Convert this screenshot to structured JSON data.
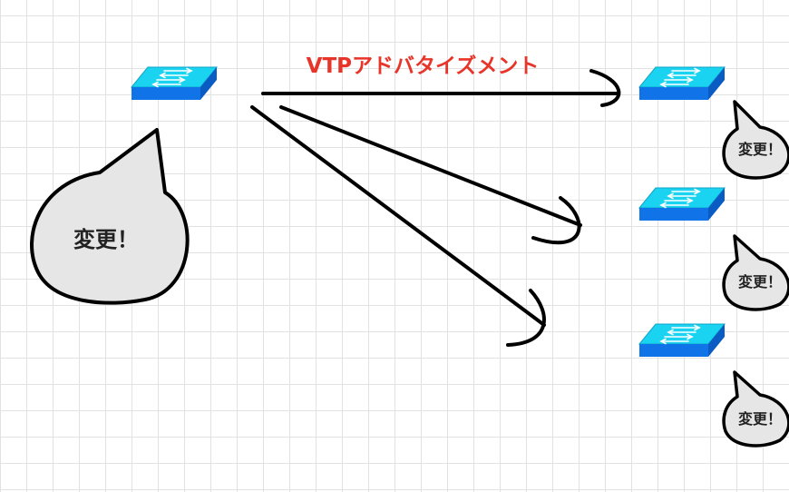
{
  "title": {
    "text": "VTPアドバタイズメント",
    "color": "#e8352a"
  },
  "source_bubble": {
    "text": "変更！"
  },
  "target_bubbles": [
    {
      "text": "変更！"
    },
    {
      "text": "変更！"
    },
    {
      "text": "変更！"
    }
  ],
  "colors": {
    "switch_top": "#19d3f0",
    "switch_front": "#1173e8",
    "bubble_fill": "#e6e6e6",
    "arrow": "#000000"
  },
  "icons": {
    "source": "network-switch-icon",
    "targets": [
      "network-switch-icon",
      "network-switch-icon",
      "network-switch-icon"
    ]
  }
}
